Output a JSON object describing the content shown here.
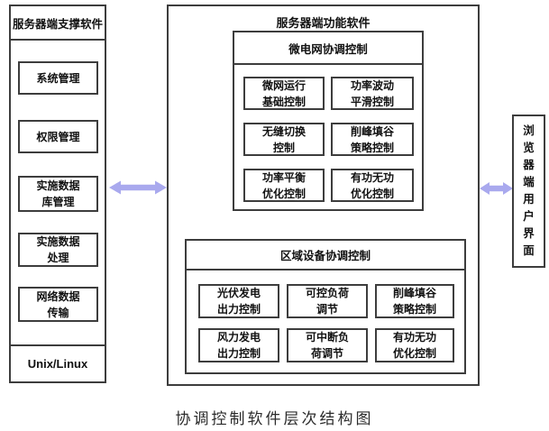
{
  "caption": "协调控制软件层次结构图",
  "left_panel": {
    "title": "服务器端支撑软件",
    "items": [
      "系统管理",
      "权限管理",
      "实施数据\n库管理",
      "实施数据\n处理",
      "网络数据\n传输"
    ],
    "os_label": "Unix/Linux"
  },
  "function_panel": {
    "title": "服务器端功能软件",
    "microgrid_group": {
      "title": "微电网协调控制",
      "items": [
        "微网运行\n基础控制",
        "功率波动\n平滑控制",
        "无缝切换\n控制",
        "削峰填谷\n策略控制",
        "功率平衡\n优化控制",
        "有功无功\n优化控制"
      ]
    },
    "regional_group": {
      "title": "区域设备协调控制",
      "items": [
        "光伏发电\n出力控制",
        "可控负荷\n调节",
        "削峰填谷\n策略控制",
        "风力发电\n出力控制",
        "可中断负\n荷调节",
        "有功无功\n优化控制"
      ]
    }
  },
  "browser_panel": {
    "title": "浏览器端用户界面"
  },
  "colors": {
    "arrow": "#a9a9ee",
    "border": "#3d3d3d",
    "background": "#ffffff"
  }
}
